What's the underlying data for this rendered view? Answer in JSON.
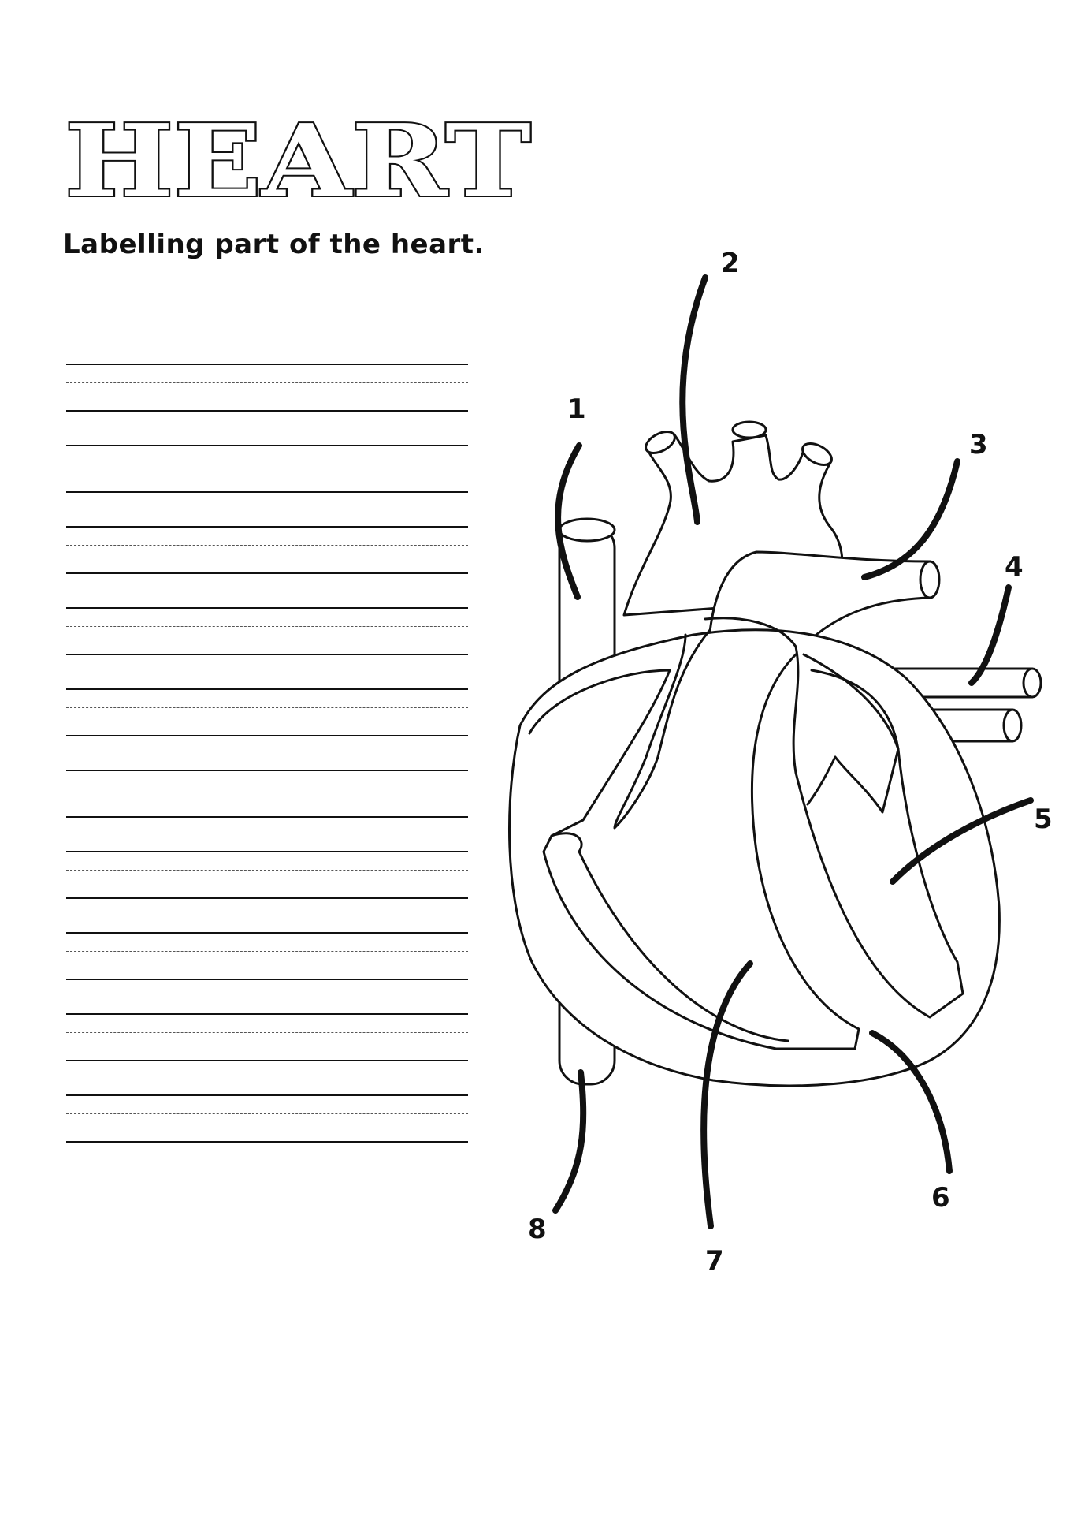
{
  "title": "HEART",
  "subtitle": "Labelling part of the heart.",
  "answer_lines_count": 10,
  "labels": [
    "1",
    "2",
    "3",
    "4",
    "5",
    "6",
    "7",
    "8"
  ]
}
